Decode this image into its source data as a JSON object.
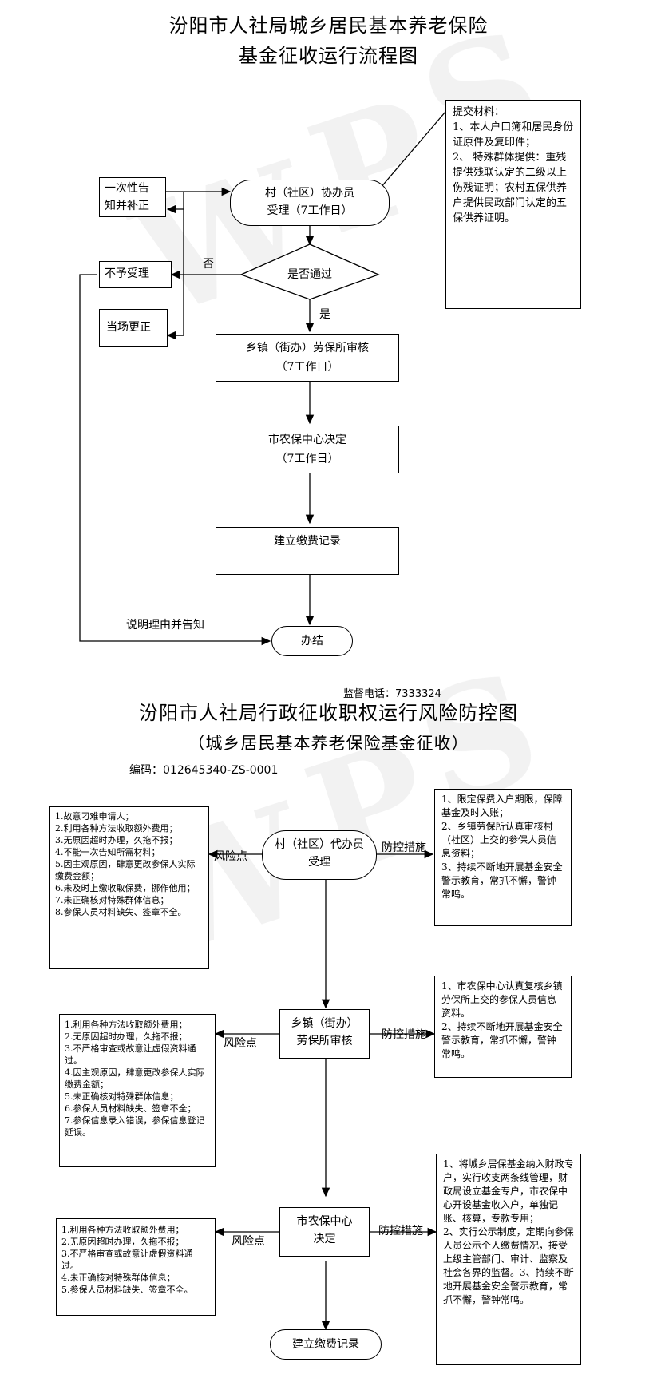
{
  "doc1": {
    "title_line1": "汾阳市人社局城乡居民基本养老保险",
    "title_line2": "基金征收运行流程图",
    "materials": "提交材料：\n1、本人户口簿和居民身份证原件及复印件；\n2、 特殊群体提供：重残提供残联认定的二级以上伤残证明；农村五保供养户提供民政部门认定的五保供养证明。",
    "correction_once": "一次性告\n知并补正",
    "village_accept": "村（社区）协办员\n受理（7工作日）",
    "not_accepted": "不予受理",
    "pass_question": "是否通过",
    "no_label": "否",
    "yes_label": "是",
    "onsite_correction": "当场更正",
    "township_review": "乡镇（街办）劳保所审核\n（7工作日）",
    "city_decision": "市农保中心决定\n（7工作日）",
    "payment_record": "建立缴费记录",
    "explain_label": "说明理由并告知",
    "finish": "办结",
    "supervision": "监督电话：7333324"
  },
  "doc2": {
    "title": "汾阳市人社局行政征收职权运行风险防控图",
    "subtitle": "（城乡居民基本养老保险基金征收）",
    "code": "编码：012645340-ZS-0001",
    "risk_label": "风险点",
    "control_label": "防控措施",
    "node1": "村（社区）代办员\n受理",
    "risk1": "1.故意刁难申请人；\n2.利用各种方法收取额外费用；\n3.无原因超时办理，久拖不报；\n4.不能一次告知所需材料；\n5.因主观原因，肆意更改参保人实际缴费金额；\n6.未及时上缴收取保费，挪作他用；\n7.未正确核对特殊群体信息；\n8.参保人员材料缺失、签章不全。",
    "control1": "1、限定保费入户期限，保障基金及时入账；\n2、乡镇劳保所认真审核村（社区）上交的参保人员信息资料；\n3、持续不断地开展基金安全警示教育，常抓不懈，警钟常鸣。",
    "node2": "乡镇（街办）\n劳保所审核",
    "risk2": "1.利用各种方法收取额外费用；\n2.无原因超时办理，久拖不报；\n3.不严格审查或故意让虚假资料通过。\n4.因主观原因，肆意更改参保人实际缴费金额；\n5.未正确核对特殊群体信息；\n6.参保人员材料缺失、签章不全；\n7.参保信息录入错误，参保信息登记延误。",
    "control2": "1、市农保中心认真复核乡镇劳保所上交的参保人员信息资料。\n2、持续不断地开展基金安全警示教育，常抓不懈，警钟常鸣。",
    "node3": "市农保中心\n决定",
    "risk3": "1.利用各种方法收取额外费用；\n2.无原因超时办理，久拖不报；\n3.不严格审查或故意让虚假资料通过。\n4.未正确核对特殊群体信息；\n5.参保人员材料缺失、签章不全。",
    "control3": "1、将城乡居保基金纳入财政专户，实行收支两条线管理，财政局设立基金专户，市农保中心开设基金收入户，单独记账、核算，专款专用；\n2、实行公示制度，定期向参保人员公示个人缴费情况，接受上级主管部门、审计、监察及社会各界的监督。3、持续不断地开展基金安全警示教育，常抓不懈，警钟常鸣。",
    "end": "建立缴费记录"
  },
  "watermark": "WPS"
}
